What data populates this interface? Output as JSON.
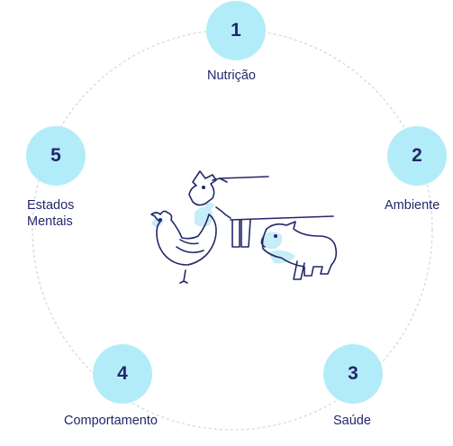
{
  "steps": [
    {
      "number": "1",
      "label": "Nutrição"
    },
    {
      "number": "2",
      "label": "Ambiente"
    },
    {
      "number": "3",
      "label": "Saúde"
    },
    {
      "number": "4",
      "label": "Comportamento"
    },
    {
      "number": "5",
      "label_line1": "Estados",
      "label_line2": "Mentais"
    }
  ],
  "colors": {
    "node_fill": "#b3ecf9",
    "text": "#23276b",
    "ring": "#d4d7e6",
    "illustration_accent": "#c6edf8"
  },
  "illustration": {
    "icon": "farm-animals-chicken-cow-pig-icon"
  }
}
